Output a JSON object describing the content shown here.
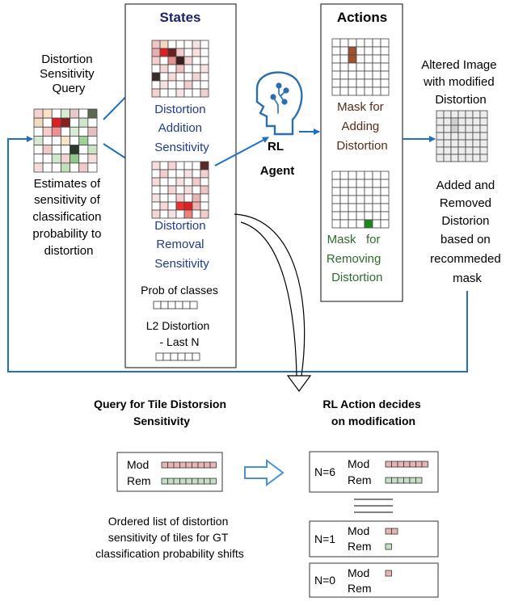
{
  "colors": {
    "arrow": "#1f6fc5",
    "states_title": "#1f1f6b",
    "label_blue": "#1f3c88",
    "label_brown": "#5a2a1a",
    "label_green": "#2e6b2e",
    "mod_cell": "#e8b4b4",
    "rem_cell": "#c4dfc4",
    "mask_brown": "#a0522d",
    "mask_green": "#1a8a1a",
    "heat_red": "#e02020",
    "grid_line": "#444444"
  },
  "icons": {
    "agent": "brain-head-circuit-icon"
  },
  "query": {
    "title_lines": [
      "Distortion",
      "Sensitivity",
      "Query"
    ],
    "estimate_lines": [
      "Estimates of",
      "sensitivity of",
      "classification",
      "probability to",
      "distortion"
    ]
  },
  "states": {
    "title": "States",
    "addition_lines": [
      "Distortion",
      "Addition",
      "Sensitivity"
    ],
    "removal_lines": [
      "Distortion",
      "Removal",
      "Sensitivity"
    ],
    "prob_label": "Prob of classes",
    "l2_lines": [
      "L2 Distortion",
      "- Last N"
    ]
  },
  "agent": {
    "lines": [
      "RL",
      "Agent"
    ]
  },
  "actions": {
    "title": "Actions",
    "add_lines": [
      "Mask for",
      "Adding",
      "Distortion"
    ],
    "remove_lines": [
      "Mask   for",
      "Removing",
      "Distortion"
    ]
  },
  "altered": {
    "title_lines": [
      "Altered Image",
      "with modified",
      "Distortion"
    ],
    "desc_lines": [
      "Added and",
      "Removed",
      "Distorion",
      "based on",
      "recommeded",
      "mask"
    ]
  },
  "bottom": {
    "left_title_lines": [
      "Query for Tile Distorsion",
      "Sensitivity"
    ],
    "right_title_lines": [
      "RL Action decides",
      "on modification"
    ],
    "query_box": {
      "mod": "Mod",
      "rem": "Rem",
      "mod_count": 9,
      "rem_count": 9
    },
    "ordered_lines": [
      "Ordered list of distortion",
      "sensitivity of tiles for GT",
      "classification probability shifts"
    ],
    "steps": [
      {
        "n": "N=6",
        "mod": "Mod",
        "rem": "Rem",
        "mod_count": 7,
        "rem_count": 6
      },
      {
        "n": "N=1",
        "mod": "Mod",
        "rem": "Rem",
        "mod_count": 2,
        "rem_count": 1
      },
      {
        "n": "N=0",
        "mod": "Mod",
        "rem": "Rem",
        "mod_count": 1,
        "rem_count": 0
      }
    ]
  }
}
